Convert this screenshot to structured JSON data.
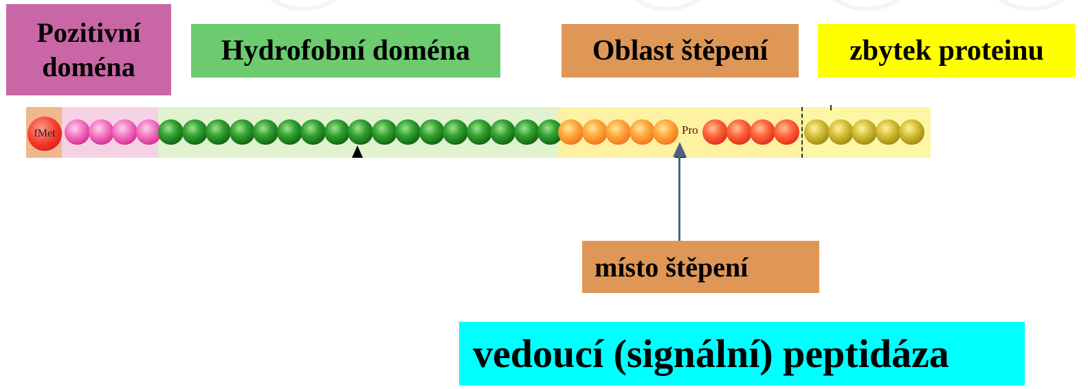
{
  "labels": {
    "positive_domain_line1": "Pozitivní",
    "positive_domain_line2": "doména",
    "hydrophobic_domain": "Hydrofobní doména",
    "cleavage_region": "Oblast štěpení",
    "rest_of_protein": "zbytek proteinu",
    "cleavage_site": "místo štěpení",
    "signal_peptidase": "vedoucí (signální) peptidáza"
  },
  "chain": {
    "start_residue": "fMet",
    "marked_residue": "Pro",
    "segments": [
      {
        "name": "positive",
        "bead_count": 4,
        "color": "#e03d9e"
      },
      {
        "name": "hydrophobic",
        "bead_count": 17,
        "color": "#1f7d20"
      },
      {
        "name": "cleavage-orange",
        "bead_count": 5,
        "color": "#f5861f"
      },
      {
        "name": "cleavage-red",
        "bead_count": 4,
        "color": "#e32c20"
      },
      {
        "name": "rest",
        "bead_count": 5,
        "color": "#a8921a"
      }
    ]
  },
  "colors": {
    "positive_label": "#c966a6",
    "hydrophobic_label": "#6ccb6e",
    "cleavage_label": "#df9757",
    "rest_label": "#ffff00",
    "peptidase_label": "#00ffff",
    "cleavage_arrow": "#4a6185"
  }
}
